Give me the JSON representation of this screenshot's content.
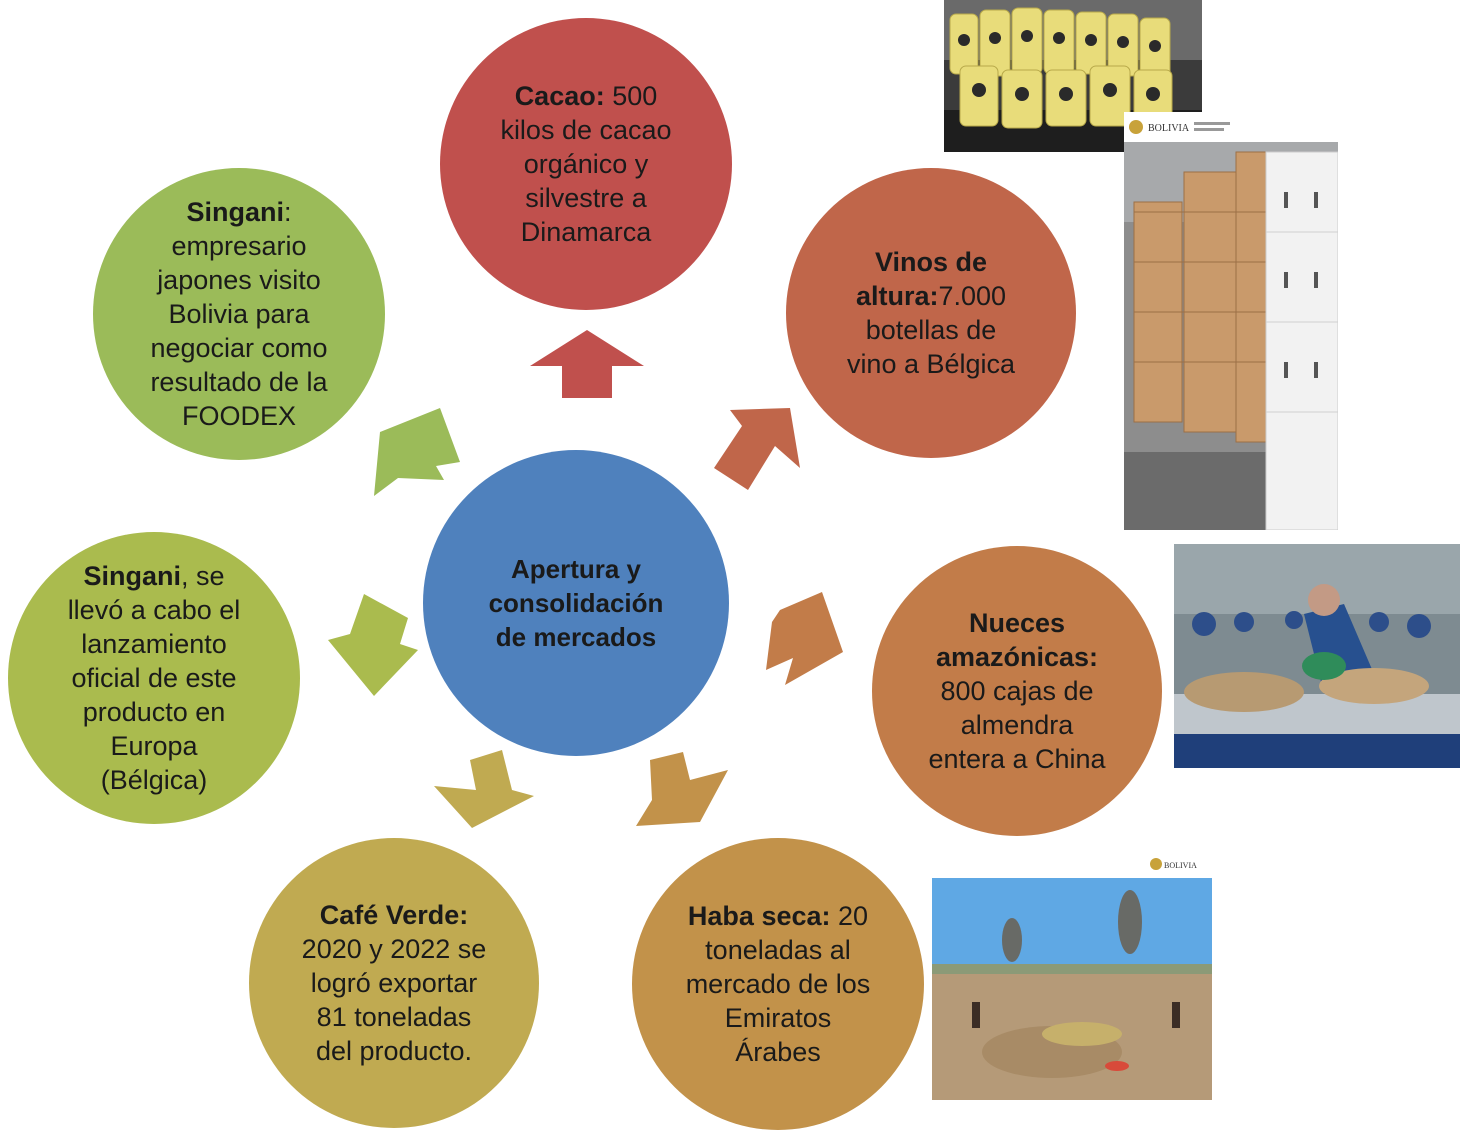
{
  "center": {
    "line1": "Apertura y",
    "line2": "consolidación",
    "line3": "de mercados"
  },
  "nodes": {
    "cacao": {
      "bold": "Cacao:",
      "l1": " 500",
      "l2": "kilos de cacao",
      "l3": "orgánico y",
      "l4": "silvestre a",
      "l5": "Dinamarca"
    },
    "vinos": {
      "b1": "Vinos de",
      "b2": "altura:",
      "l2": "7.000",
      "l3": "botellas de",
      "l4": "vino a Bélgica"
    },
    "nueces": {
      "b1": "Nueces",
      "b2": "amazónicas:",
      "l3": "800 cajas de",
      "l4": "almendra",
      "l5": "entera a China"
    },
    "haba": {
      "bold": "Haba seca:",
      "l1": " 20",
      "l2": "toneladas al",
      "l3": "mercado de los",
      "l4": "Emiratos",
      "l5": "Árabes"
    },
    "cafe": {
      "bold": "Café Verde:",
      "l2": "2020 y 2022 se",
      "l3": "logró exportar",
      "l4": "81 toneladas",
      "l5": "del producto."
    },
    "singani_europa": {
      "bold": "Singani",
      "l1": ", se",
      "l2": "llevó a cabo el",
      "l3": "lanzamiento",
      "l4": "oficial de este",
      "l5": "producto en",
      "l6": "Europa",
      "l7": "(Bélgica)"
    },
    "singani_japon": {
      "bold": "Singani",
      "l1": ":",
      "l2": "empresario",
      "l3": "japones visito",
      "l4": "Bolivia para",
      "l5": "negociar como",
      "l6": "resultado de la",
      "l7": "FOODEX"
    }
  },
  "photo_logos": {
    "logo_text": "BOLIVIA"
  },
  "colors": {
    "center": "#4f81bd",
    "cacao": "#c0504d",
    "vinos": "#c0664a",
    "nueces": "#c27c49",
    "haba": "#c2924a",
    "cafe": "#c0aa51",
    "singani_europa": "#aabb4e",
    "singani_japon": "#9bbb59"
  }
}
